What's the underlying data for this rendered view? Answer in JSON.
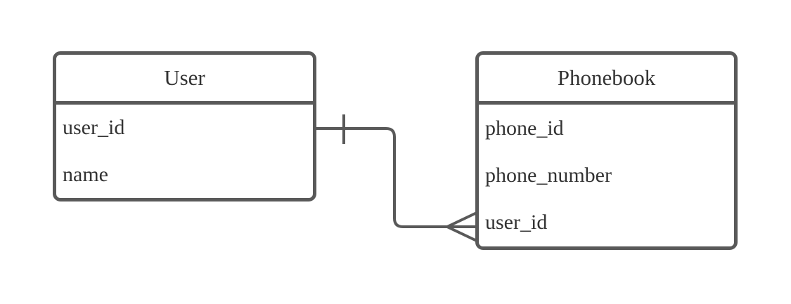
{
  "diagram": {
    "kind": "entity-relationship-diagram",
    "colors": {
      "stroke": "#595959",
      "text": "#333333",
      "entity_fill": "#ffffff",
      "background": "#ffffff"
    },
    "entities": [
      {
        "name": "User",
        "attributes": [
          "user_id",
          "name"
        ]
      },
      {
        "name": "Phonebook",
        "attributes": [
          "phone_id",
          "phone_number",
          "user_id"
        ]
      }
    ],
    "relationships": [
      {
        "from_entity": "User",
        "to_entity": "Phonebook",
        "from_cardinality": "one",
        "to_cardinality": "many",
        "from_marker": "tick",
        "to_marker": "crow-foot"
      }
    ]
  }
}
